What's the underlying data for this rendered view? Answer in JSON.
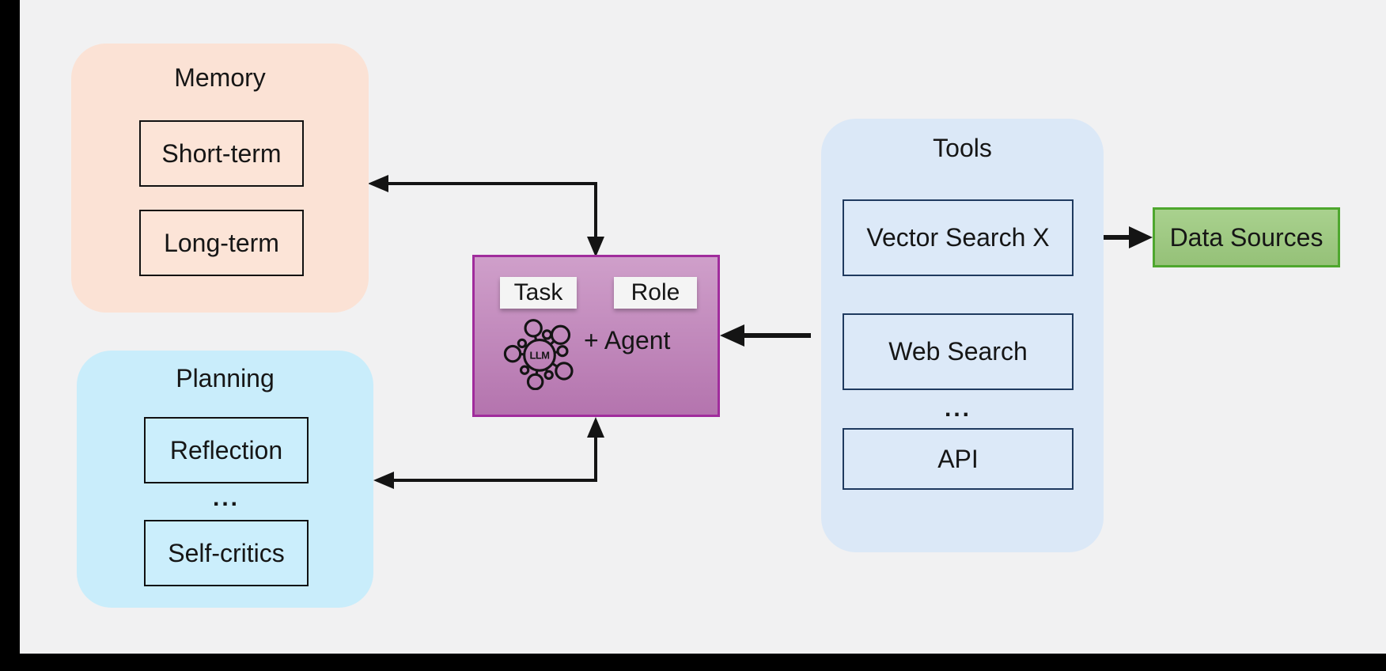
{
  "diagram": {
    "memory": {
      "title": "Memory",
      "items": [
        "Short-term",
        "Long-term"
      ]
    },
    "planning": {
      "title": "Planning",
      "items": [
        "Reflection",
        "...",
        "Self-critics"
      ]
    },
    "agent": {
      "task_label": "Task",
      "role_label": "Role",
      "llm_label": "LLM",
      "agent_label": "+ Agent"
    },
    "tools": {
      "title": "Tools",
      "items": [
        "Vector Search X",
        "Web Search",
        "...",
        "API"
      ]
    },
    "data_sources": {
      "label": "Data Sources"
    },
    "colors": {
      "background": "#f1f1f2",
      "frame": "#000000",
      "memory_fill": "#fbe2d5",
      "planning_fill": "#c9edfb",
      "tools_fill": "#dbe8f7",
      "tools_item_border": "#1f3a5f",
      "agent_fill_top": "#cf9fca",
      "agent_fill_bottom": "#b474ae",
      "agent_border": "#a02c9c",
      "chip_fill": "#f4f4f4",
      "data_sources_fill": "#a9d18e",
      "data_sources_border": "#4ea72e",
      "arrow": "#141414"
    }
  }
}
